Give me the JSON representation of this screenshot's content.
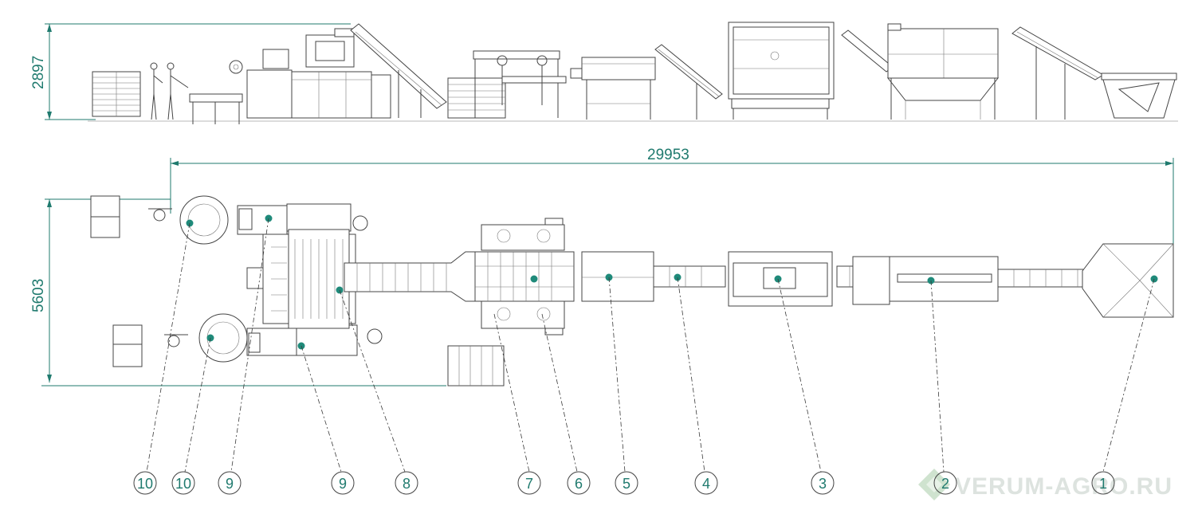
{
  "dimensions": {
    "height_side": "2897",
    "total_length": "29953",
    "width_plan": "5603"
  },
  "callouts": [
    {
      "label": "10"
    },
    {
      "label": "10"
    },
    {
      "label": "9"
    },
    {
      "label": "9"
    },
    {
      "label": "8"
    },
    {
      "label": "7"
    },
    {
      "label": "6"
    },
    {
      "label": "5"
    },
    {
      "label": "4"
    },
    {
      "label": "3"
    },
    {
      "label": "2"
    },
    {
      "label": "1"
    }
  ],
  "watermark": "VERUM-AGRO.RU",
  "colors": {
    "dimension": "#1f7a6e",
    "marker": "#1f8a7a",
    "line": "#444444",
    "watermark": "#dde3df",
    "watermark_logo": "#cfe3cf"
  }
}
